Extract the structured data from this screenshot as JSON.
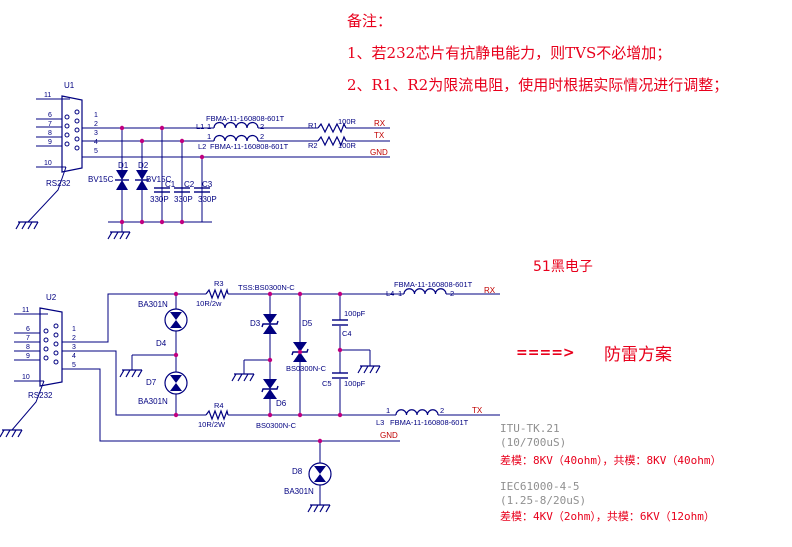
{
  "notes": {
    "heading": "备注：",
    "line1": "1、若232芯片有抗静电能力，则TVS不必增加；",
    "line2": "2、R1、R2为限流电阻，使用时根据实际情况进行调整；"
  },
  "brand": "51黑电子",
  "arrow": "====>",
  "plan_title": "防雷方案",
  "specs": {
    "std1": "ITU-TK.21",
    "std1_wave": "(10/700uS)",
    "std1_levels": "差模：8KV（40ohm），共模：8KV（40ohm）",
    "std2": "IEC61000-4-5",
    "std2_wave": "(1.25-8/20uS)",
    "std2_levels": "差模：4KV（2ohm），共模：6KV（12ohm）"
  },
  "circuit1": {
    "connector": {
      "ref": "U1",
      "part": "RS232",
      "pins_left": [
        "11",
        "6",
        "7",
        "8",
        "9",
        "10"
      ],
      "pins_right": [
        "1",
        "2",
        "3",
        "4",
        "5"
      ]
    },
    "tvs": [
      {
        "ref": "D1",
        "part": "BV15C"
      },
      {
        "ref": "D2",
        "part": "BV15C"
      }
    ],
    "caps": [
      {
        "ref": "C1",
        "value": "330P"
      },
      {
        "ref": "C2",
        "value": "330P"
      },
      {
        "ref": "C3",
        "value": "330P"
      }
    ],
    "inductors": [
      {
        "ref": "L1",
        "part": "FBMA-11-160808-601T",
        "pin1": "1",
        "pin2": "2"
      },
      {
        "ref": "L2",
        "part": "FBMA-11-160808-601T",
        "pin1": "1",
        "pin2": "2"
      }
    ],
    "resistors": [
      {
        "ref": "R1",
        "value": "100R"
      },
      {
        "ref": "R2",
        "value": "100R"
      }
    ],
    "nets": {
      "rx": "RX",
      "tx": "TX",
      "gnd": "GND"
    }
  },
  "circuit2": {
    "connector": {
      "ref": "U2",
      "part": "RS232",
      "pins_left": [
        "11",
        "6",
        "7",
        "8",
        "9",
        "10"
      ],
      "pins_right": [
        "1",
        "2",
        "3",
        "4",
        "5"
      ]
    },
    "gdt": [
      {
        "ref": "D4",
        "part": "BA301N"
      },
      {
        "ref": "D7",
        "part": "BA301N"
      },
      {
        "ref": "D8",
        "part": "BA301N"
      }
    ],
    "resistors": [
      {
        "ref": "R3",
        "value": "10R/2w"
      },
      {
        "ref": "R4",
        "value": "10R/2W"
      }
    ],
    "tss": [
      {
        "ref": "D3",
        "part": "TSS:BS0300N-C"
      },
      {
        "ref": "D6",
        "part": "BS0300N-C"
      },
      {
        "ref": "D5",
        "part": "BS0300N-C"
      }
    ],
    "caps": [
      {
        "ref": "C4",
        "value": "100pF"
      },
      {
        "ref": "C5",
        "value": "100pF"
      }
    ],
    "inductors": [
      {
        "ref": "L4",
        "part": "FBMA-11-160808-601T",
        "pin1": "1",
        "pin2": "2"
      },
      {
        "ref": "L3",
        "part": "FBMA-11-160808-601T",
        "pin1": "1",
        "pin2": "2"
      }
    ],
    "nets": {
      "rx": "RX",
      "tx": "TX",
      "gnd": "GND"
    }
  },
  "colors": {
    "wire": "#000080",
    "part": "#c00000",
    "label": "#000080",
    "note": "#e8001c",
    "dot": "#c00080"
  }
}
